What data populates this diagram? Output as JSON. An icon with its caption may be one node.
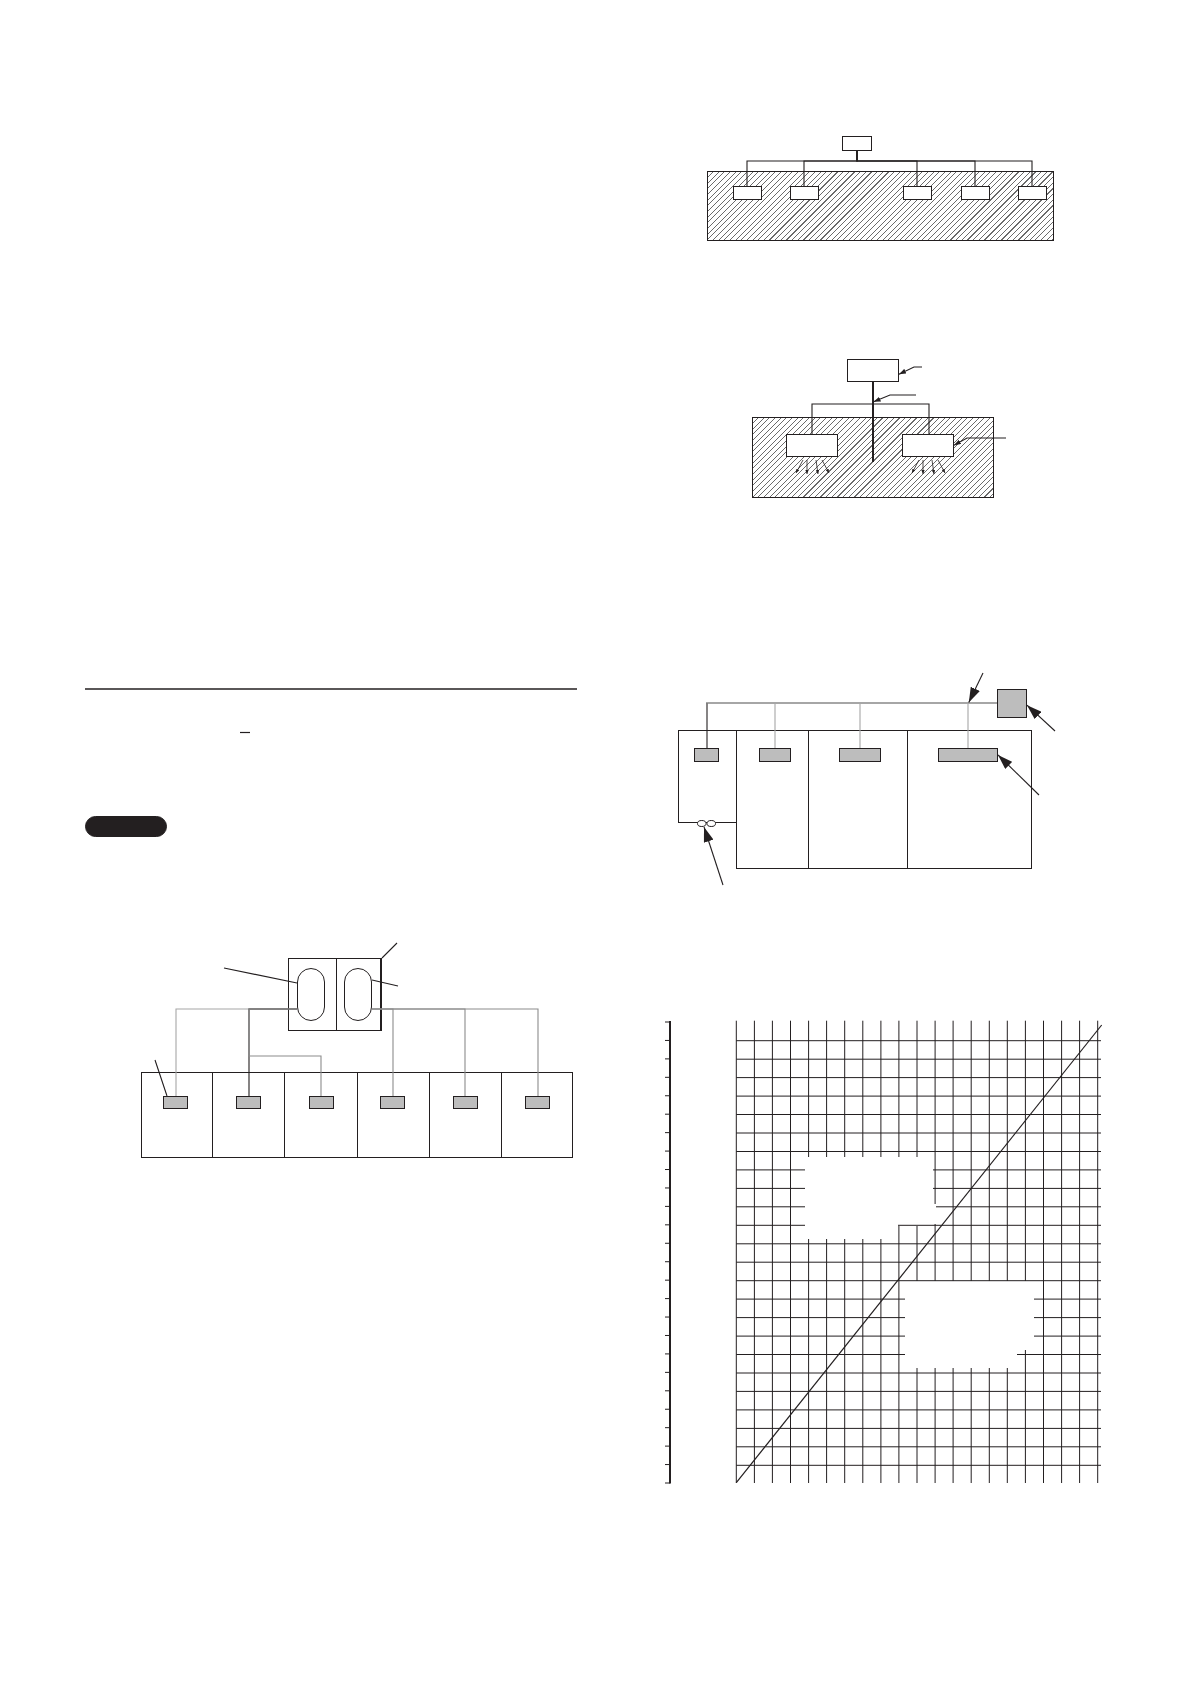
{
  "diagram": {
    "nodes": [
      {
        "text": [],
        "shape": "oval"
      },
      {
        "text": [],
        "shape": "box"
      },
      {
        "text": [],
        "shape": "oval",
        "in": 1
      },
      {
        "text": [],
        "shape": "oval",
        "in": 1
      },
      {
        "text": [],
        "shape": "box"
      },
      {
        "text": [],
        "shape": "box",
        "in": 4
      },
      {
        "text": [],
        "shape": "box"
      },
      {
        "text": [],
        "shape": "box",
        "in": 6
      },
      {
        "text": [],
        "shape": "box"
      },
      {
        "text": [],
        "shape": "box",
        "in": 8
      },
      {
        "text": [],
        "shape": "box"
      },
      {
        "text": [],
        "shape": "box",
        "in": 10
      },
      {
        "text": [],
        "shape": "box"
      },
      {
        "text": [],
        "shape": "box",
        "in": 12
      },
      {
        "text": [],
        "shape": "box"
      },
      {
        "text": [],
        "shape": "box",
        "in": 14
      },
      {
        "text": [],
        "shape": "box"
      },
      {
        "text": [],
        "shape": "box"
      },
      {
        "text": [],
        "shape": "box",
        "in": 17
      },
      {
        "text": [],
        "shape": "box",
        "in": 17
      },
      {
        "text": [],
        "shape": "box",
        "in": 17
      },
      {
        "text": [],
        "shape": "box",
        "in": 17
      },
      {
        "text": [],
        "shape": "box",
        "in": 17
      },
      {
        "text": [],
        "shape": "box"
      },
      {
        "text": [],
        "shape": "line"
      },
      {
        "text": [],
        "shape": "box"
      },
      {
        "text": [],
        "shape": "box",
        "in": 25
      },
      {
        "text": [],
        "shape": "box",
        "in": 25
      },
      {
        "text": [],
        "shape": "box"
      },
      {
        "text": [],
        "shape": "line"
      },
      {
        "text": [],
        "shape": "box"
      },
      {
        "text": [],
        "shape": "box",
        "in": 30
      },
      {
        "text": [],
        "shape": "box"
      },
      {
        "text": [],
        "shape": "box",
        "in": 32
      },
      {
        "text": [],
        "shape": "box"
      },
      {
        "text": [],
        "shape": "box",
        "in": 34
      },
      {
        "text": [],
        "shape": "box"
      },
      {
        "text": [],
        "shape": "box",
        "in": 36
      },
      {
        "text": [],
        "shape": "oval"
      }
    ],
    "edges": [
      {
        "from": 2,
        "to": 5,
        "arrow": "none",
        "color": "#a6a6a6"
      },
      {
        "from": 2,
        "to": 7,
        "arrow": "none"
      },
      {
        "from": 2,
        "to": 9,
        "arrow": "none",
        "color": "#8c8c8c"
      },
      {
        "from": 3,
        "to": 11,
        "arrow": "none",
        "color": "#8c8c8c"
      },
      {
        "from": 3,
        "to": 13,
        "arrow": "none",
        "color": "#8c8c8c"
      },
      {
        "from": 3,
        "to": 15,
        "arrow": "none",
        "color": "#8c8c8c"
      },
      {
        "from": null,
        "to": 1,
        "arrow": "none"
      },
      {
        "from": null,
        "to": 2,
        "arrow": "none"
      },
      {
        "from": null,
        "to": 3,
        "arrow": "none"
      },
      {
        "from": null,
        "to": 5,
        "arrow": "none"
      },
      {
        "from": 16,
        "to": 18,
        "arrow": "none"
      },
      {
        "from": 16,
        "to": 19,
        "arrow": "none"
      },
      {
        "from": 16,
        "to": 20,
        "arrow": "none"
      },
      {
        "from": 16,
        "to": 21,
        "arrow": "none"
      },
      {
        "from": 16,
        "to": 22,
        "arrow": "none"
      },
      {
        "from": 24,
        "to": 26,
        "arrow": "none"
      },
      {
        "from": 24,
        "to": 27,
        "arrow": "none"
      },
      {
        "from": null,
        "to": 23,
        "arrow": "to"
      },
      {
        "from": null,
        "to": 24,
        "arrow": "to"
      },
      {
        "from": null,
        "to": 27,
        "arrow": "to"
      },
      {
        "from": 29,
        "to": 31,
        "arrow": "none"
      },
      {
        "from": 29,
        "to": 33,
        "arrow": "none",
        "color": "#a6a6a6"
      },
      {
        "from": 29,
        "to": 35,
        "arrow": "none",
        "color": "#a6a6a6"
      },
      {
        "from": 29,
        "to": 37,
        "arrow": "none",
        "color": "#a6a6a6"
      },
      {
        "from": null,
        "to": 29,
        "arrow": "to"
      },
      {
        "from": null,
        "to": 28,
        "arrow": "to"
      },
      {
        "from": null,
        "to": 37,
        "arrow": "to"
      },
      {
        "from": null,
        "to": 38,
        "arrow": "to"
      }
    ]
  }
}
